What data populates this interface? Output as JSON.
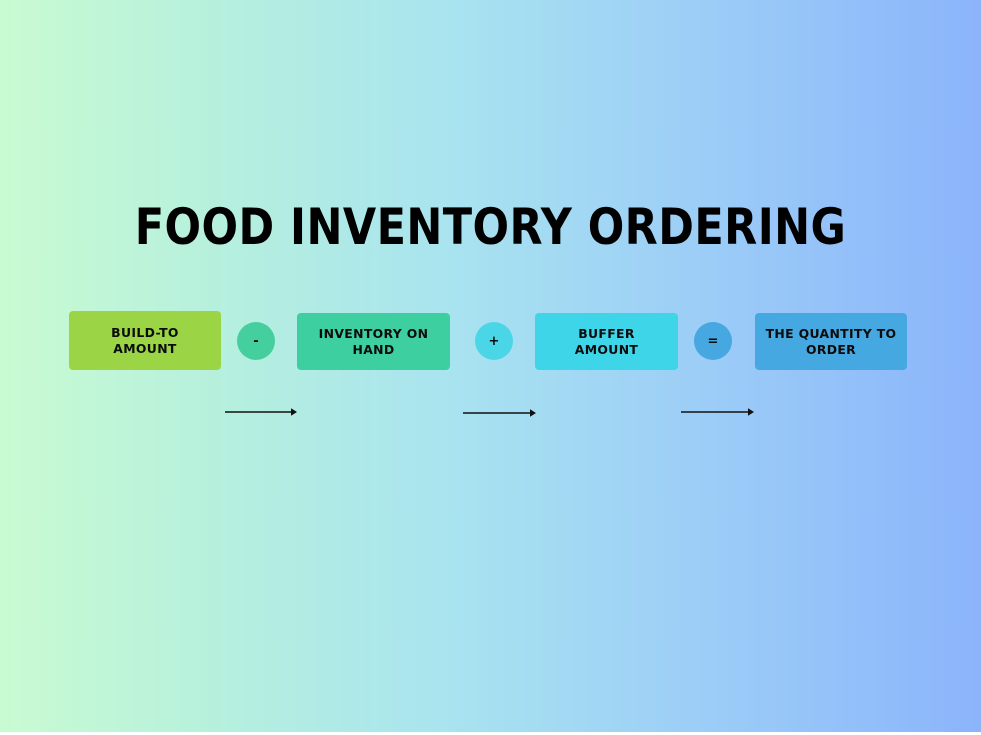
{
  "page": {
    "title": "FOOD INVENTORY ORDERING",
    "background": {
      "gradient_from": "#c9fbd2",
      "gradient_to": "#8bb4fb",
      "direction": "left-to-right"
    }
  },
  "flow": {
    "steps": [
      {
        "id": "build-to-amount",
        "label": "BUILD-TO AMOUNT",
        "color": "#9bd546"
      },
      {
        "id": "inventory-on-hand",
        "label": "INVENTORY ON HAND",
        "color": "#3ecfa0"
      },
      {
        "id": "buffer-amount",
        "label": "BUFFER AMOUNT",
        "color": "#3ed5e8"
      },
      {
        "id": "quantity-to-order",
        "label": "THE QUANTITY TO ORDER",
        "color": "#45a8e0"
      }
    ],
    "operators": [
      {
        "id": "minus",
        "symbol": "-",
        "color": "#45cf9e"
      },
      {
        "id": "plus",
        "symbol": "+",
        "color": "#4bd6e8"
      },
      {
        "id": "equals",
        "symbol": "=",
        "color": "#47a7e0"
      }
    ],
    "arrows": [
      {
        "id": "arrow-1",
        "direction": "right"
      },
      {
        "id": "arrow-2",
        "direction": "right"
      },
      {
        "id": "arrow-3",
        "direction": "right"
      }
    ]
  }
}
